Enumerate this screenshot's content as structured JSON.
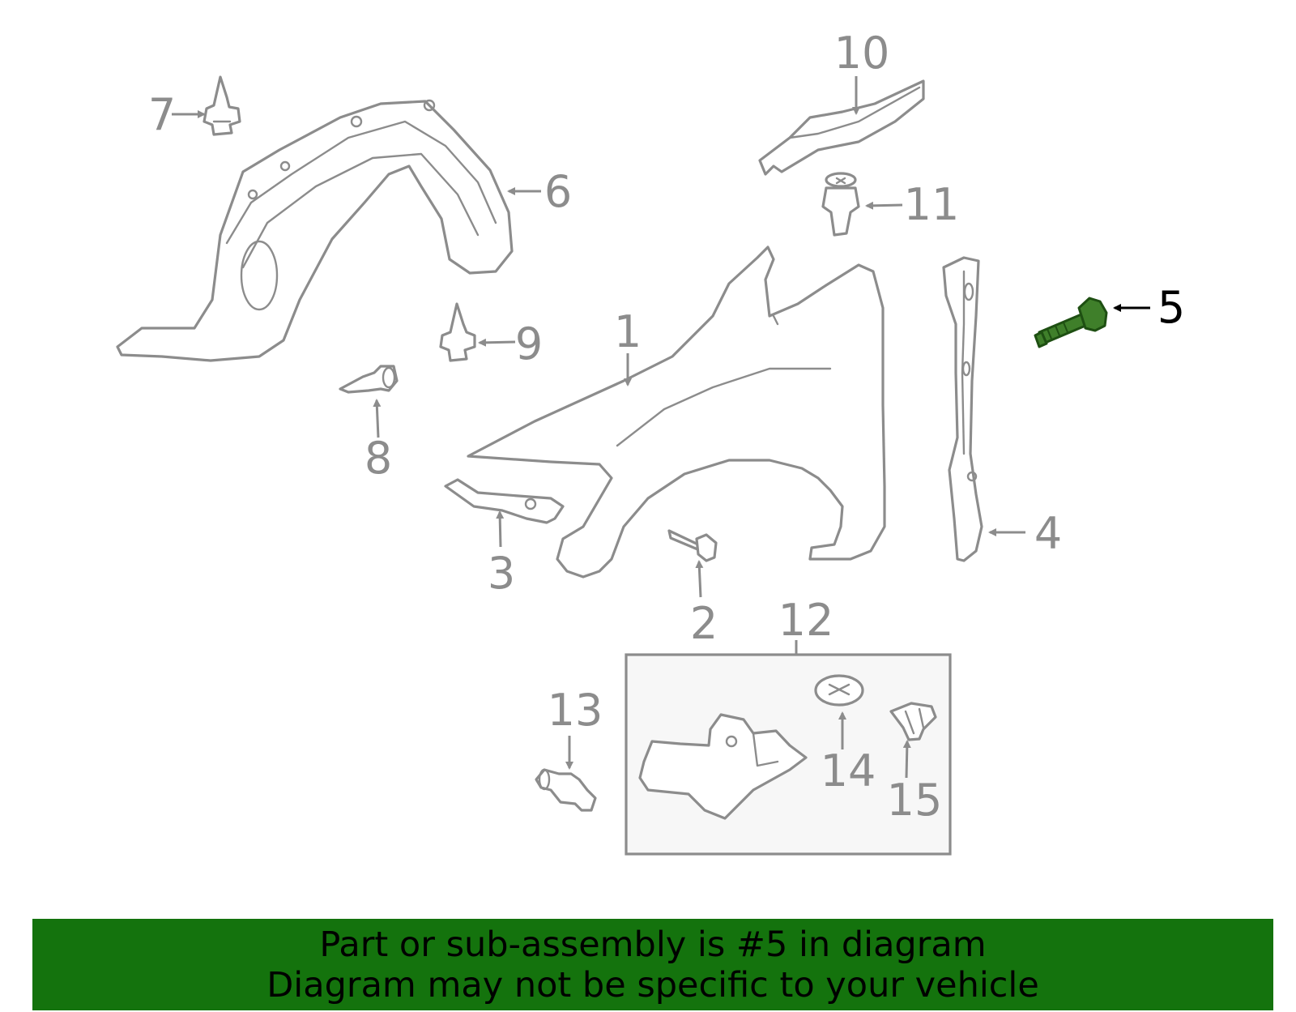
{
  "callouts": {
    "c1": "1",
    "c2": "2",
    "c3": "3",
    "c4": "4",
    "c5": "5",
    "c6": "6",
    "c7": "7",
    "c8": "8",
    "c9": "9",
    "c10": "10",
    "c11": "11",
    "c12": "12",
    "c13": "13",
    "c14": "14",
    "c15": "15"
  },
  "highlighted_part": "5",
  "colors": {
    "highlight_part": "#3f7f2a",
    "banner_background": "#14730d",
    "line_art": "#8c8c8c"
  },
  "banner": {
    "line1": "Part or sub-assembly is #5 in diagram",
    "line2": "Diagram may not be specific to your vehicle"
  }
}
